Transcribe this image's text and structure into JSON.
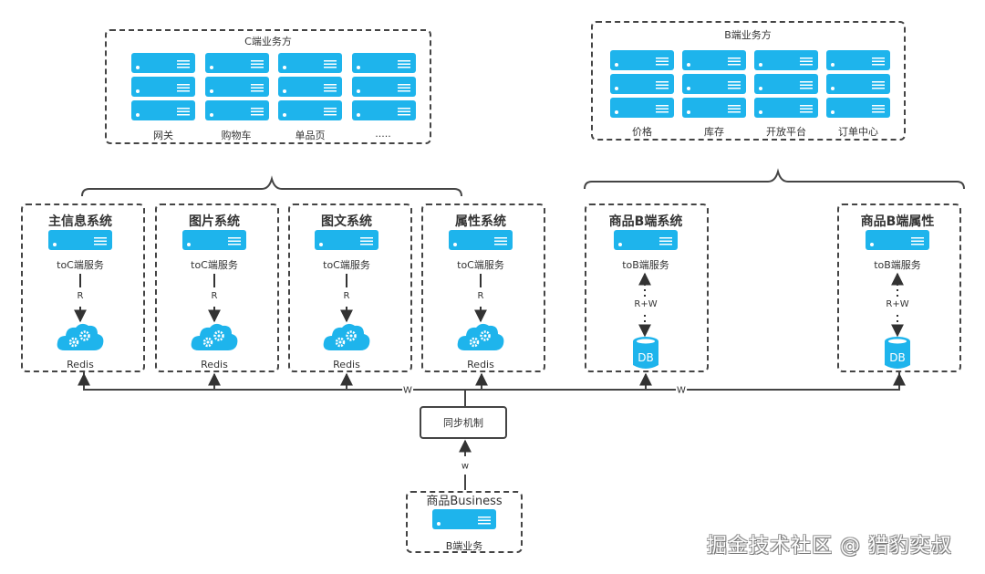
{
  "c_side": {
    "title": "C端业务方",
    "columns": [
      "网关",
      "购物车",
      "单品页",
      "....."
    ]
  },
  "b_side": {
    "title": "B端业务方",
    "columns": [
      "价格",
      "库存",
      "开放平台",
      "订单中心"
    ]
  },
  "toc_systems": [
    {
      "title": "主信息系统",
      "service": "toC端服务",
      "edge": "R",
      "store": "Redis"
    },
    {
      "title": "图片系统",
      "service": "toC端服务",
      "edge": "R",
      "store": "Redis"
    },
    {
      "title": "图文系统",
      "service": "toC端服务",
      "edge": "R",
      "store": "Redis"
    },
    {
      "title": "属性系统",
      "service": "toC端服务",
      "edge": "R",
      "store": "Redis"
    }
  ],
  "tob_systems": [
    {
      "title": "商品B端系统",
      "service": "toB端服务",
      "edge": "R+W",
      "store": "DB"
    },
    {
      "title": "商品B端属性",
      "service": "toB端服务",
      "edge": "R+W",
      "store": "DB"
    }
  ],
  "bus": {
    "left_label": "W",
    "right_label": "W"
  },
  "sync": {
    "label": "同步机制",
    "input_label": "w"
  },
  "business": {
    "title": "商品Business",
    "service": "B端业务"
  },
  "watermark": "掘金技术社区 @ 猎豹奕叔",
  "colors": {
    "server": "#1eb4ec",
    "line": "#444444"
  }
}
